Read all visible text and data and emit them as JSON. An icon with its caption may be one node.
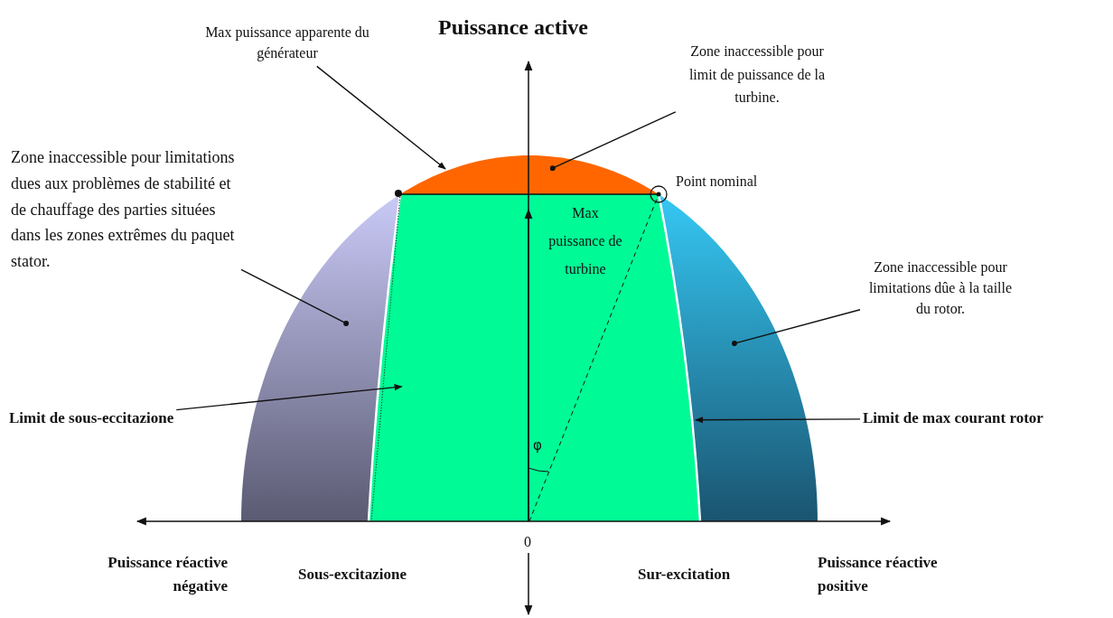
{
  "diagram": {
    "nodes": [
      {
        "text": [],
        "shape": "segment"
      },
      {
        "text": [],
        "shape": "band"
      },
      {
        "text": [
          "Max puissance de turbine"
        ]
      },
      {
        "text": [],
        "shape": "band"
      },
      {
        "text": [
          "Max puissance apparente du générateur"
        ]
      },
      {
        "text": [
          "Zone inaccessible pour limit de puissance de la turbine."
        ]
      },
      {
        "text": [
          "Zone inaccessible pour limitations dues aux problèmes de stabilité et de chauffage des parties situées dans les zones extrêmes du paquet stator."
        ]
      },
      {
        "text": [
          "Zone inaccessible pour limitations dûe à la taille du rotor."
        ]
      },
      {
        "text": [
          "Limit de sous-eccitazione"
        ]
      },
      {
        "text": [
          "Limit de max courant rotor"
        ]
      }
    ],
    "edges": [
      {
        "from": 4,
        "to": 0,
        "arrow": "to"
      },
      {
        "from": 5,
        "to": 0,
        "arrow": "other"
      },
      {
        "from": 6,
        "to": 1,
        "arrow": "other"
      },
      {
        "from": 7,
        "to": 3,
        "arrow": "other"
      },
      {
        "from": 8,
        "to": 2,
        "arrow": "to"
      },
      {
        "from": 9,
        "to": 2,
        "arrow": "to"
      }
    ],
    "labels": [
      "Puissance active",
      "Point nominal",
      "φ",
      "0",
      "Puissance réactive négative",
      "Sous-excitazione",
      "Sur-excitation",
      "Puissance réactive positive"
    ]
  }
}
